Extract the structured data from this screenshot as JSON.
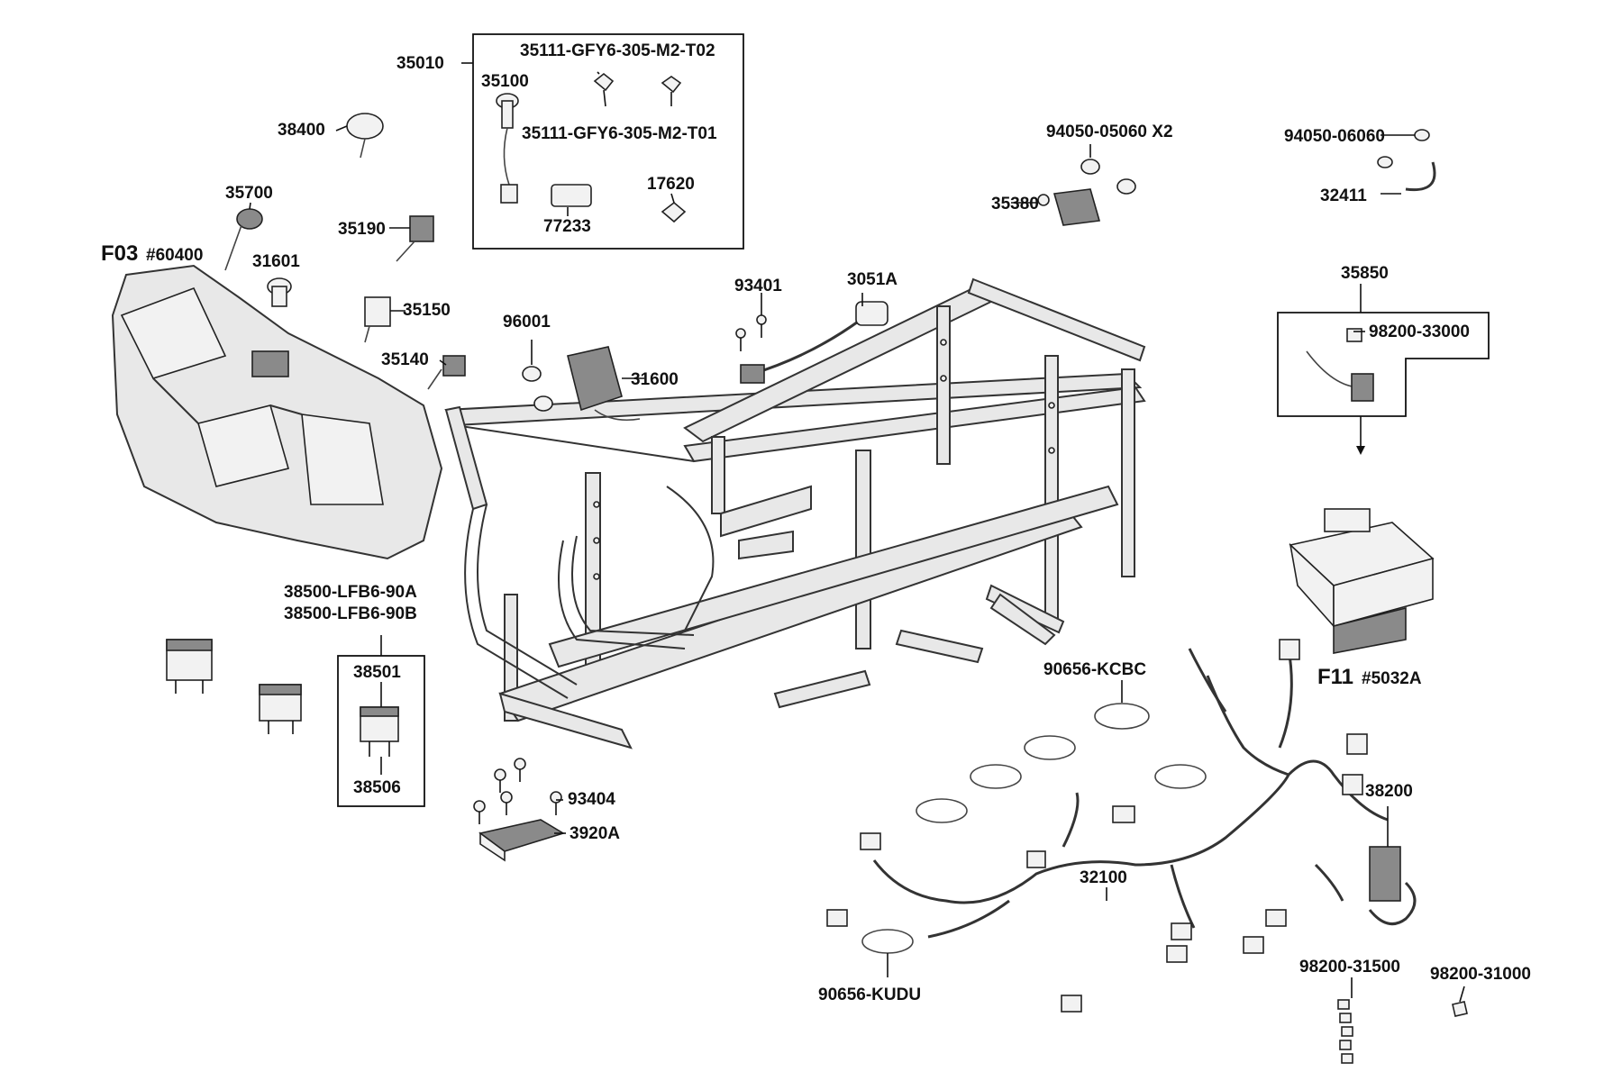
{
  "labels": {
    "p35010": "35010",
    "p35111_t02": "35111-GFY6-305-M2-T02",
    "p35100": "35100",
    "p35111_t01": "35111-GFY6-305-M2-T01",
    "p38400": "38400",
    "p35700": "35700",
    "p17620": "17620",
    "p77233": "77233",
    "p35190": "35190",
    "f03": "F03",
    "f03_ref": "#60400",
    "p31601": "31601",
    "p35150": "35150",
    "p35140": "35140",
    "p93401": "93401",
    "p3051a": "3051A",
    "p96001": "96001",
    "p31600": "31600",
    "p94050_05060": "94050-05060 X2",
    "p35380": "35380",
    "p94050_06060": "94050-06060",
    "p32411": "32411",
    "p35850": "35850",
    "p98200_33000": "98200-33000",
    "p38500_a": "38500-LFB6-90A",
    "p38500_b": "38500-LFB6-90B",
    "p38501": "38501",
    "p38506": "38506",
    "p93404": "93404",
    "p3920a": "3920A",
    "p90656_kcbc": "90656-KCBC",
    "f11": "F11",
    "f11_ref": "#5032A",
    "p38200": "38200",
    "p32100": "32100",
    "p90656_kudu": "90656-KUDU",
    "p98200_31500": "98200-31500",
    "p98200_31000": "98200-31000"
  }
}
